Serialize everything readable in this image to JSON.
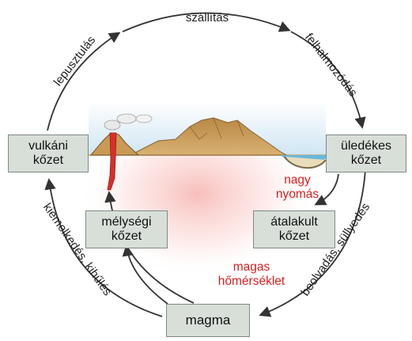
{
  "diagram": {
    "boxes": {
      "volcanic": [
        "vulkáni",
        "kőzet"
      ],
      "sedimentary": [
        "üledékes",
        "kőzet"
      ],
      "plutonic": [
        "mélységi",
        "kőzet"
      ],
      "metamorphic": [
        "átalakult",
        "kőzet"
      ],
      "magma": [
        "magma"
      ]
    },
    "cycle_labels": {
      "top": "szállítás",
      "top_left": "lepusztulás",
      "top_right": "felhalmozódás",
      "left": "kiemelkedés, kihűlés",
      "right": "beolvadás, süllyedés"
    },
    "conditions": {
      "pressure": [
        "nagy",
        "nyomás"
      ],
      "temperature": [
        "magas",
        "hőmérséklet"
      ]
    }
  },
  "colors": {
    "box_fill": "#d8dfd9",
    "box_border": "#7f8a84",
    "condition_text": "#d62020",
    "arrow": "#333333",
    "sky": "#cfe6f3",
    "mountain": "#c99a55",
    "lava": "#d8302a",
    "heat_glow": "#f6b7b3"
  }
}
